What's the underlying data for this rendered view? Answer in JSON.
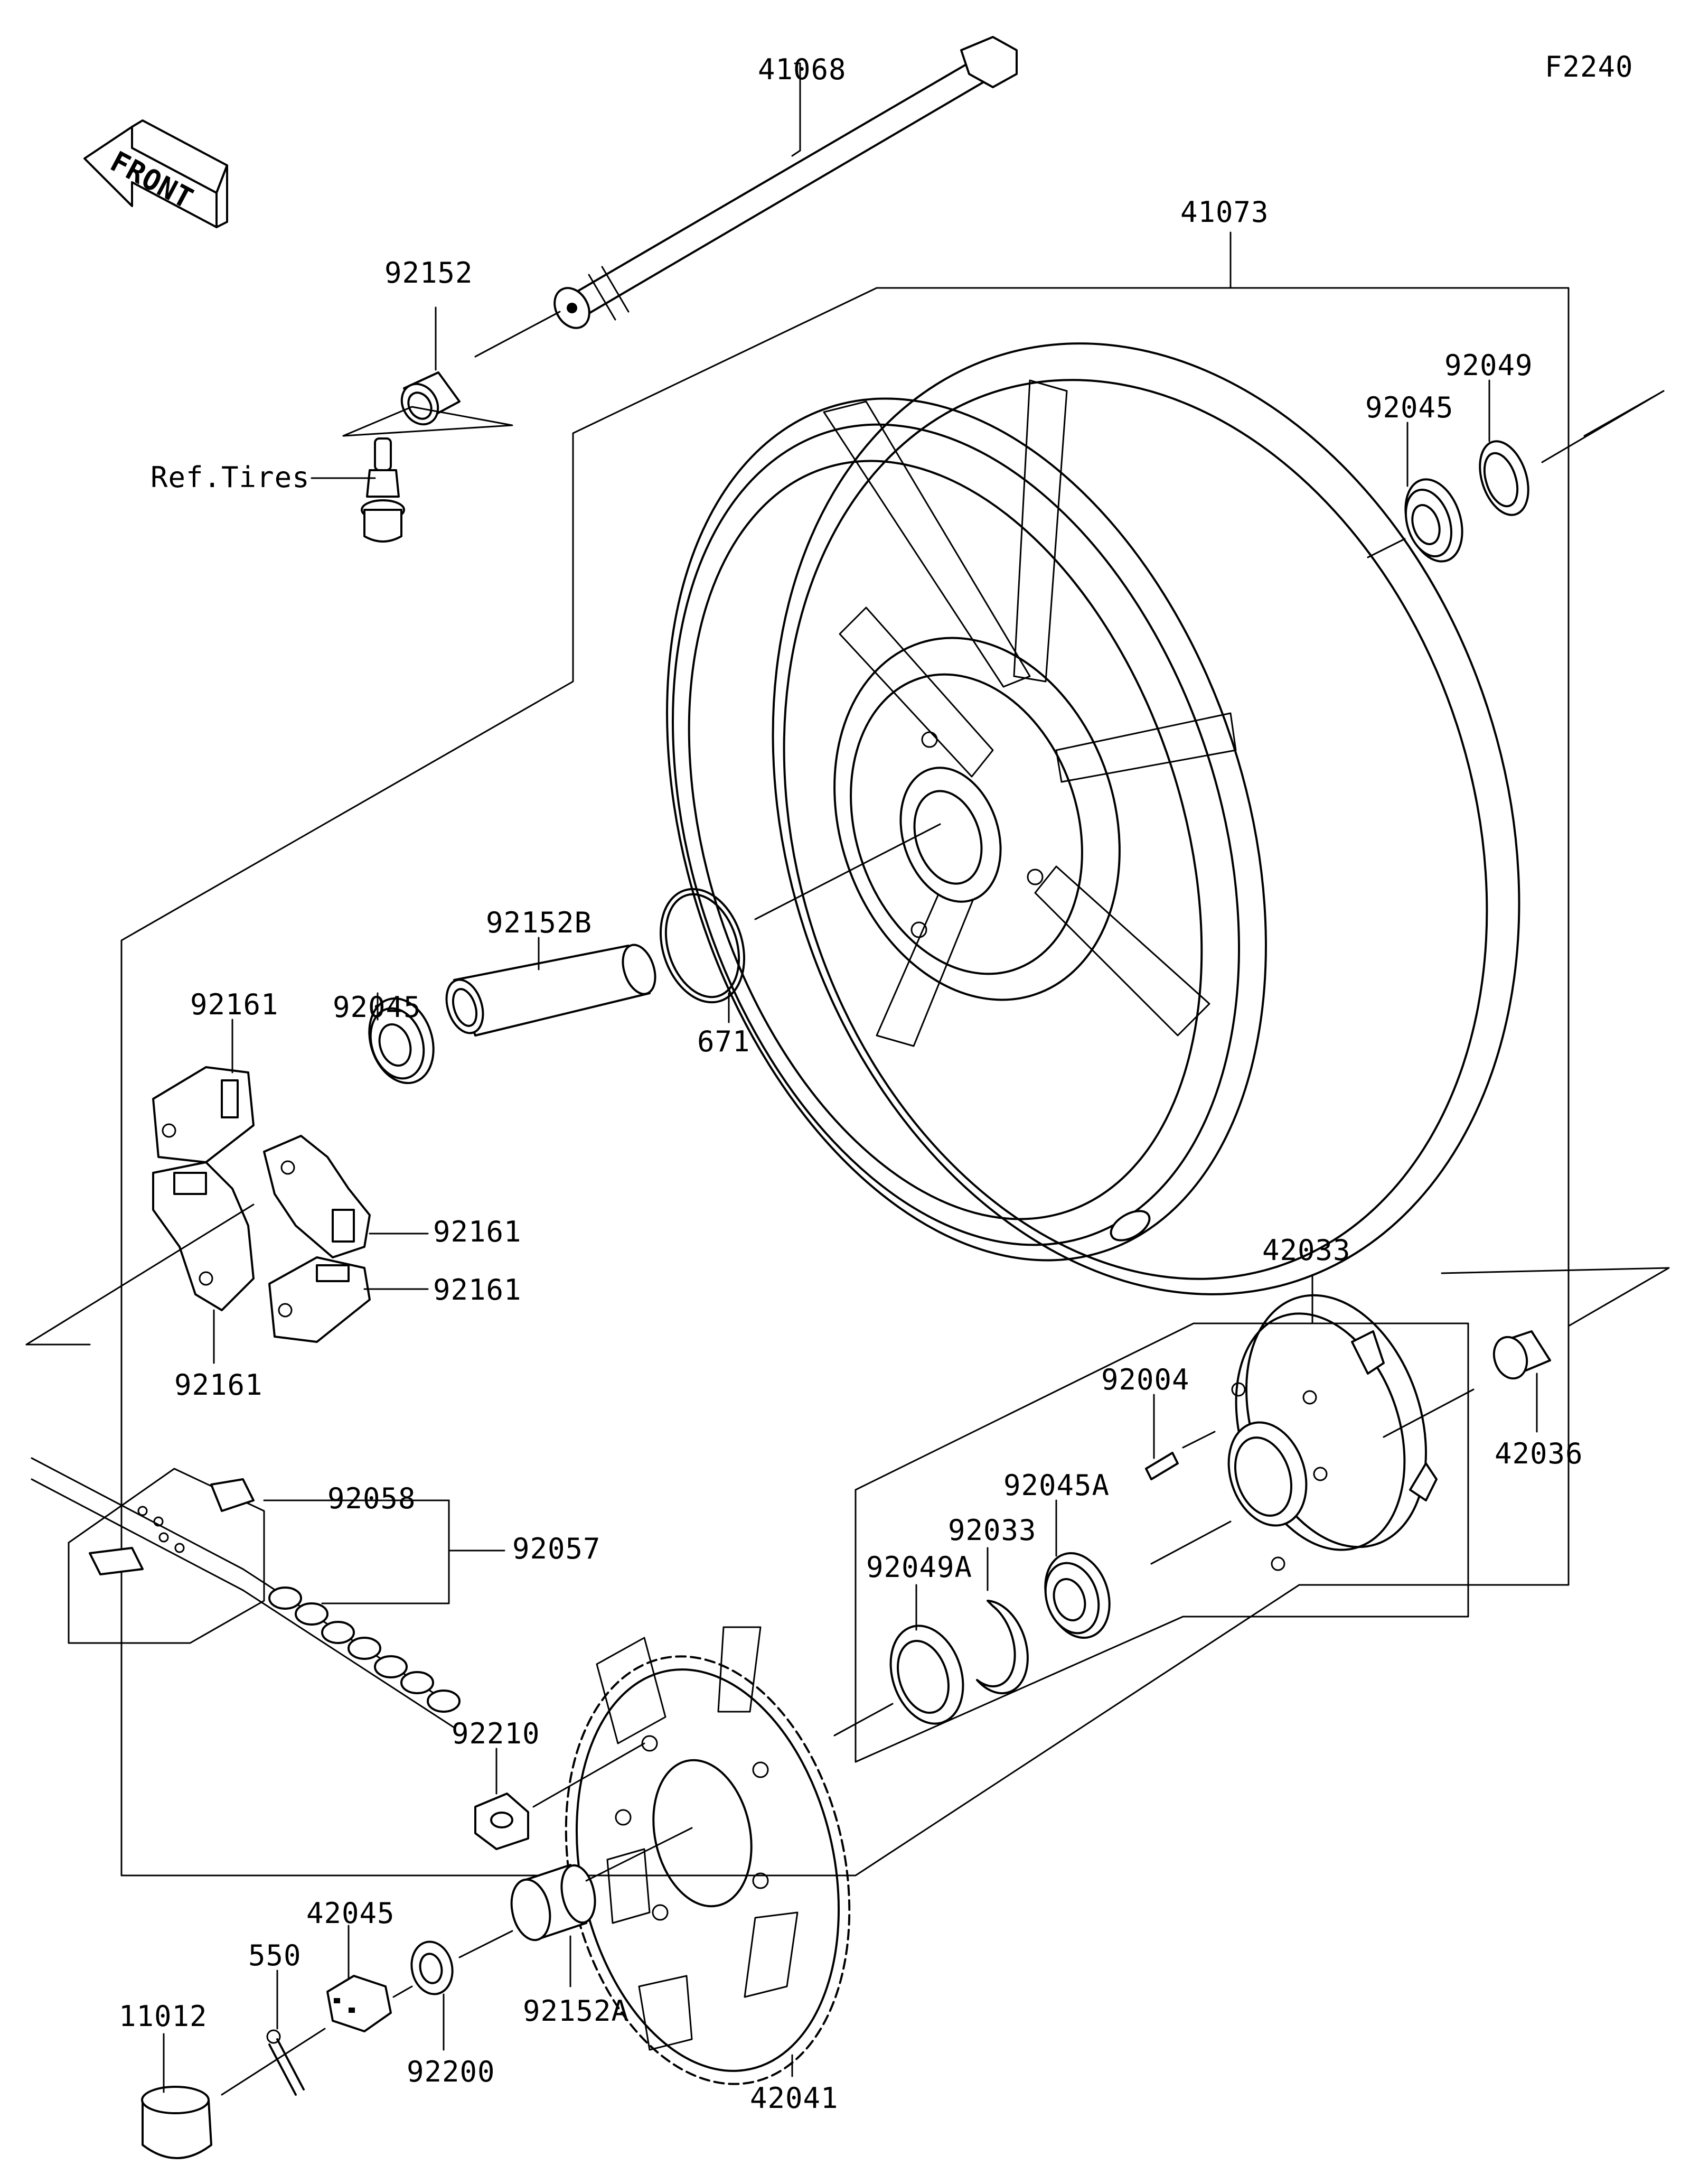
{
  "diagram": {
    "figure_code": "F2240",
    "front_arrow_label": "FRONT",
    "labels": {
      "p41068": "41068",
      "p41073": "41073",
      "p92152": "92152",
      "p92049": "92049",
      "p92045_top": "92045",
      "ref_tires": "Ref.Tires",
      "p92152B": "92152B",
      "p92161_a": "92161",
      "p92045_left": "92045",
      "p671": "671",
      "p92161_b": "92161",
      "p92161_c": "92161",
      "p92161_d": "92161",
      "p42033": "42033",
      "p92004": "92004",
      "p42036": "42036",
      "p92045A": "92045A",
      "p92058": "92058",
      "p92033": "92033",
      "p92057": "92057",
      "p92049A": "92049A",
      "p92210": "92210",
      "p42045": "42045",
      "p550": "550",
      "p11012": "11012",
      "p92152A": "92152A",
      "p92200": "92200",
      "p42041": "42041"
    }
  }
}
